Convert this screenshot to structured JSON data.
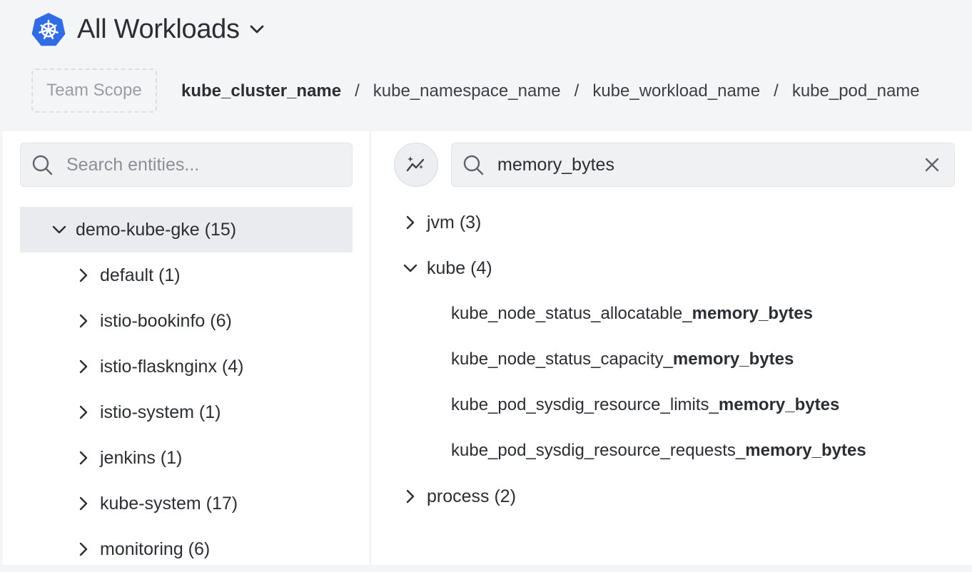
{
  "header": {
    "title": "All Workloads",
    "scope_placeholder": "Team Scope",
    "breadcrumb": [
      "kube_cluster_name",
      "kube_namespace_name",
      "kube_workload_name",
      "kube_pod_name"
    ],
    "separator": "/"
  },
  "left": {
    "search_placeholder": "Search entities...",
    "tree": {
      "root": "demo-kube-gke (15)",
      "root_expanded": true,
      "children": [
        "default (1)",
        "istio-bookinfo (6)",
        "istio-flasknginx (4)",
        "istio-system (1)",
        "jenkins (1)",
        "kube-system (17)",
        "monitoring (6)"
      ]
    }
  },
  "right": {
    "search_value": "memory_bytes",
    "groups": [
      {
        "label": "jvm (3)",
        "expanded": false
      },
      {
        "label": "kube (4)",
        "expanded": true,
        "items": [
          {
            "prefix": "kube_node_status_allocatable_",
            "match": "memory_bytes"
          },
          {
            "prefix": "kube_node_status_capacity_",
            "match": "memory_bytes"
          },
          {
            "prefix": "kube_pod_sysdig_resource_limits_",
            "match": "memory_bytes"
          },
          {
            "prefix": "kube_pod_sysdig_resource_requests_",
            "match": "memory_bytes"
          }
        ]
      },
      {
        "label": "process (2)",
        "expanded": false
      }
    ]
  },
  "colors": {
    "logo": "#326ce5",
    "background": "#f4f5f7",
    "selected_row": "#e9ebef",
    "text": "#2b2e33"
  },
  "icons": [
    "kubernetes-logo-icon",
    "chevron-down-icon",
    "search-icon",
    "sparkle-chart-icon",
    "close-icon",
    "chevron-right-icon"
  ]
}
